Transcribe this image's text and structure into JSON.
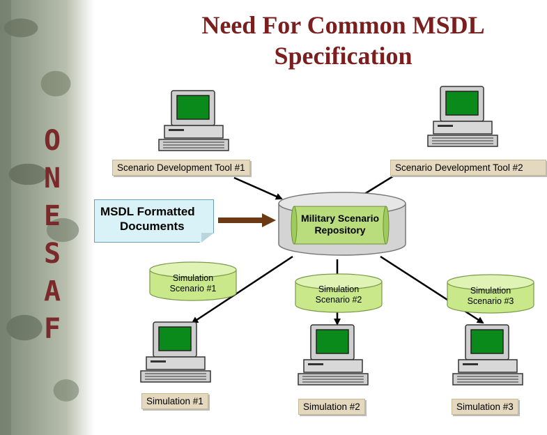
{
  "sidebar": {
    "letters": [
      "O",
      "N",
      "E",
      "S",
      "A",
      "F"
    ]
  },
  "title": {
    "line1": "Need For Common MSDL",
    "line2": "Specification"
  },
  "tools": {
    "tool1": "Scenario Development Tool #1",
    "tool2": "Scenario Development Tool #2"
  },
  "document": {
    "line1": "MSDL Formatted",
    "line2": "Documents"
  },
  "repository": {
    "line1": "Military Scenario",
    "line2": "Repository"
  },
  "scenarios": {
    "s1": {
      "line1": "Simulation",
      "line2": "Scenario #1"
    },
    "s2": {
      "line1": "Simulation",
      "line2": "Scenario #2"
    },
    "s3": {
      "line1": "Simulation",
      "line2": "Scenario #3"
    }
  },
  "simulations": {
    "sim1": "Simulation #1",
    "sim2": "Simulation #2",
    "sim3": "Simulation #3"
  },
  "colors": {
    "title": "#7b1e1e",
    "screen": "#0a7a1a",
    "cylinder": "#c9e88a",
    "repository": "#d6d6d6",
    "arrow_brown": "#6b3a14"
  }
}
